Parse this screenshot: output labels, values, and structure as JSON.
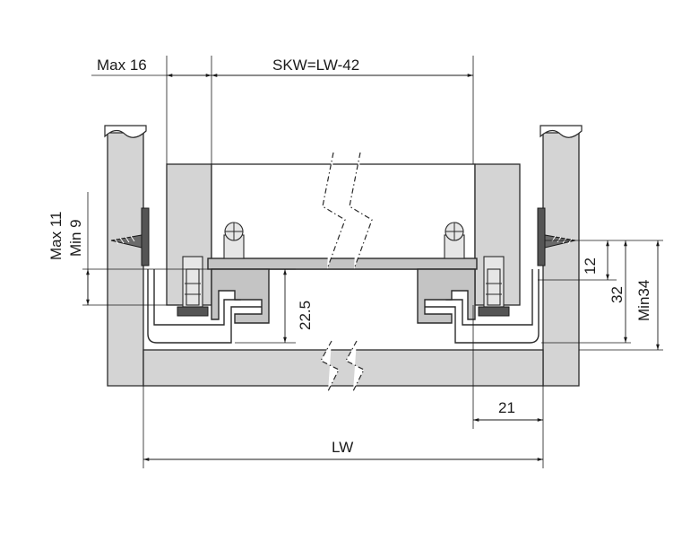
{
  "dimensions": {
    "max16": "Max 16",
    "skw": "SKW=LW-42",
    "max11": "Max 11",
    "min9": "Min 9",
    "d12": "12",
    "d32": "32",
    "min34": "Min34",
    "d22_5": "22.5",
    "d21": "21",
    "lw": "LW"
  },
  "colors": {
    "panel": "#d4d4d4",
    "line": "#2a2a2a"
  }
}
